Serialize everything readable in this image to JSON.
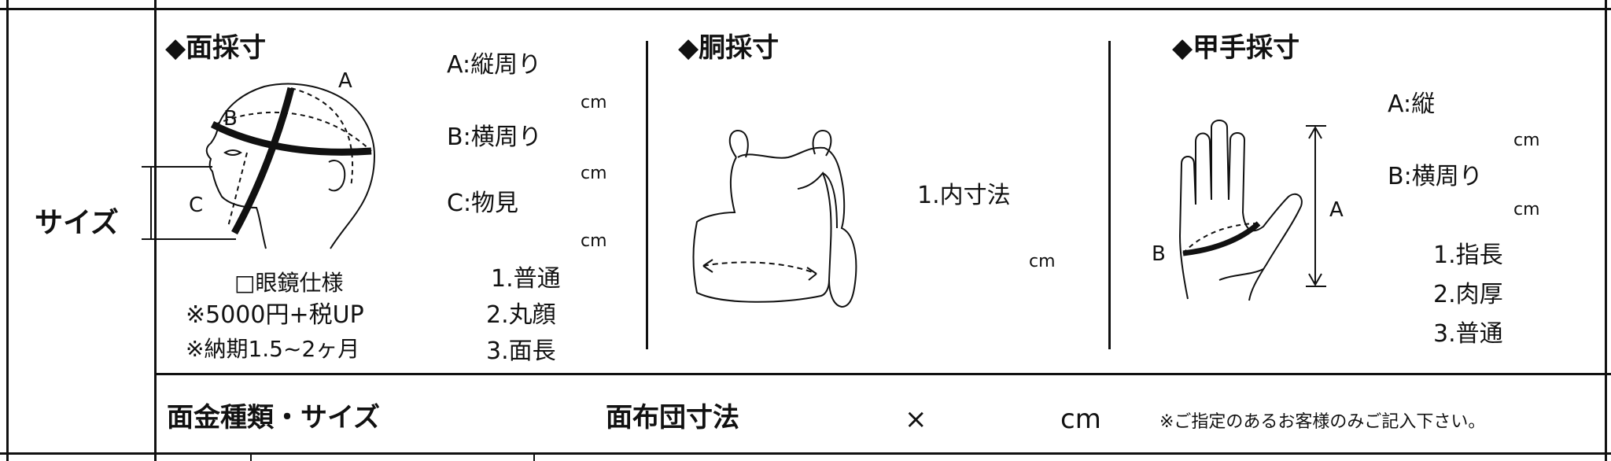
{
  "row_label": "サイズ",
  "face": {
    "heading": "◆面採寸",
    "items": [
      {
        "label": "A:縦周り",
        "unit": "cm"
      },
      {
        "label": "B:横周り",
        "unit": "cm"
      },
      {
        "label": "C:物見",
        "unit": "cm"
      }
    ],
    "diagram_letters": {
      "a": "A",
      "b": "B",
      "c": "C"
    },
    "glasses_option": "□眼鏡仕様",
    "glasses_price": "※5000円+税UP",
    "glasses_delivery": "※納期1.5~2ヶ月",
    "types": [
      "1.普通",
      "2.丸顔",
      "3.面長"
    ]
  },
  "torso": {
    "heading": "◆胴採寸",
    "method": "1.内寸法",
    "unit": "cm"
  },
  "glove": {
    "heading": "◆甲手採寸",
    "items": [
      {
        "label": "A:縦",
        "unit": "cm"
      },
      {
        "label": "B:横周り",
        "unit": "cm"
      }
    ],
    "diagram_letters": {
      "a": "A",
      "b": "B"
    },
    "types": [
      "1.指長",
      "2.肉厚",
      "3.普通"
    ]
  },
  "bottom": {
    "mengane_label": "面金種類・サイズ",
    "futon_label": "面布団寸法",
    "times": "×",
    "unit": "cm",
    "note": "※ご指定のあるお客様のみご記入下さい。"
  }
}
